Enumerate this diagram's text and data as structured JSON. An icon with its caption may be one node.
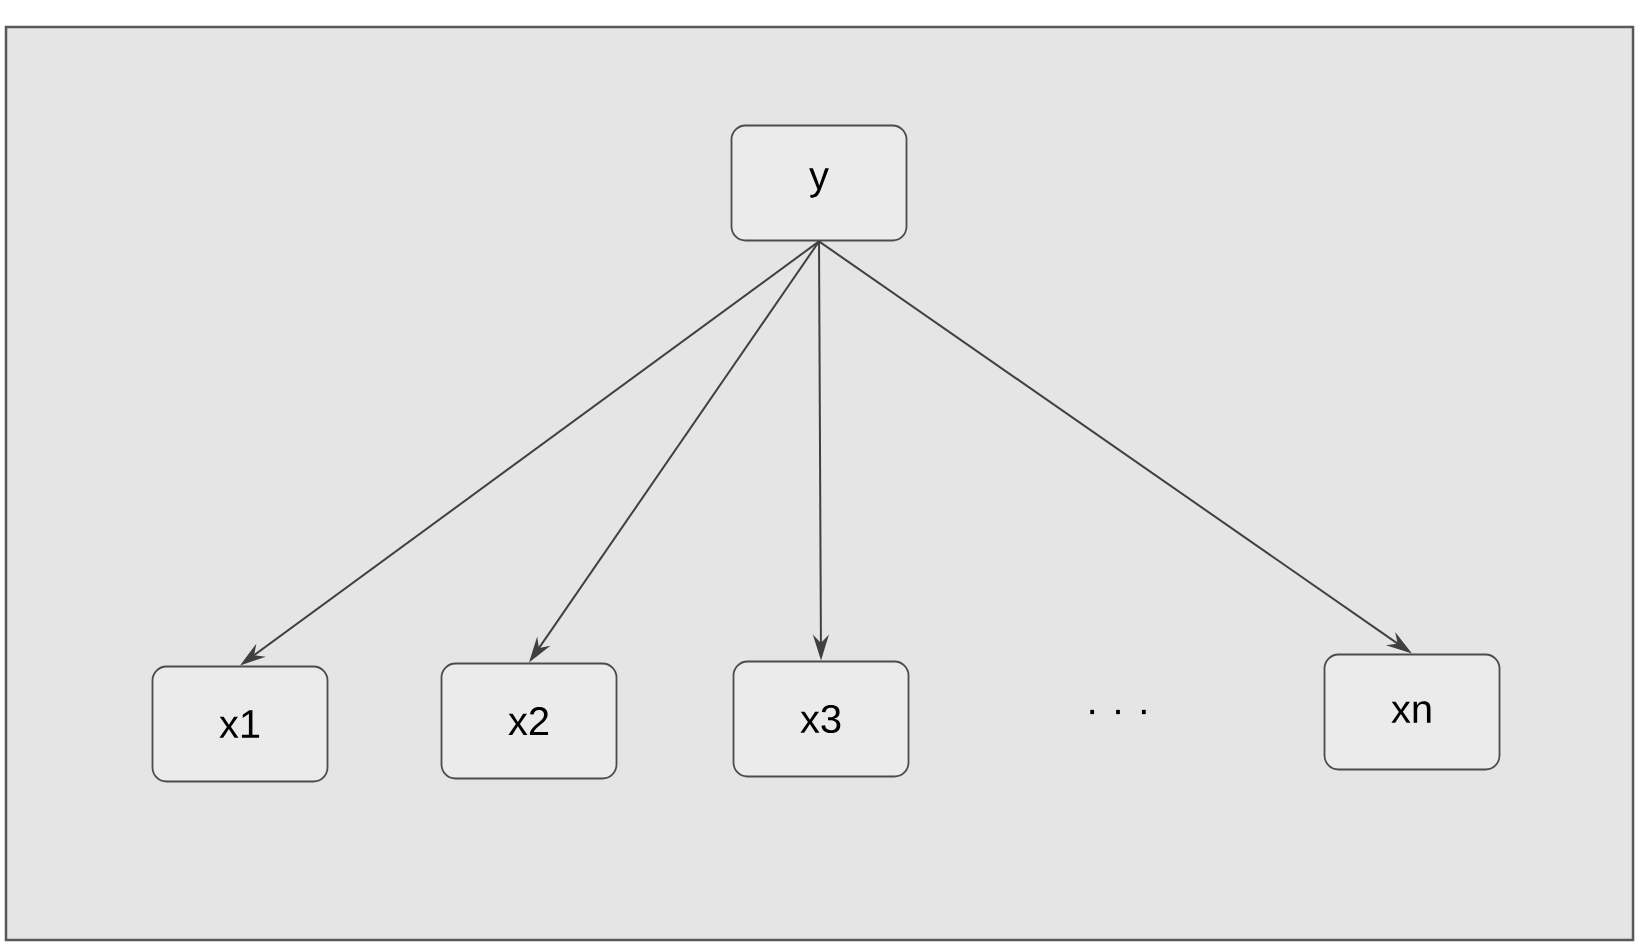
{
  "diagram": {
    "nodes": [
      {
        "text": [
          "y"
        ]
      },
      {
        "text": [
          "x1"
        ]
      },
      {
        "text": [
          "x2"
        ]
      },
      {
        "text": [
          "x3"
        ]
      },
      {
        "text": [
          "xn"
        ]
      }
    ],
    "edges": [
      {
        "from": 0,
        "to": 1,
        "arrow": "to"
      },
      {
        "from": 0,
        "to": 2,
        "arrow": "to"
      },
      {
        "from": 0,
        "to": 3,
        "arrow": "to"
      },
      {
        "from": 0,
        "to": 4,
        "arrow": "to"
      }
    ],
    "labels": [
      ". . ."
    ]
  }
}
